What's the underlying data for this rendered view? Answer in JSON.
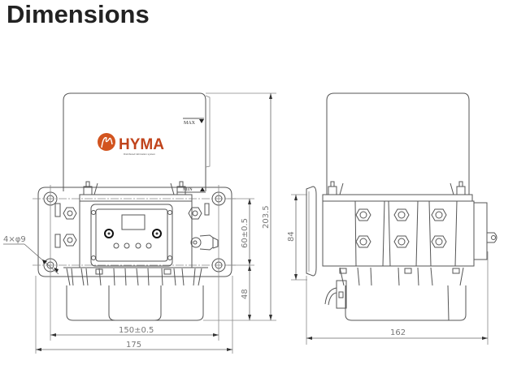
{
  "page": {
    "title": "Dimensions"
  },
  "front_view": {
    "brand": "HYMA",
    "brand_tagline": "Distributed lubrication system",
    "brand_color": "#c0441c",
    "level_max_label": "MAX",
    "level_min_label": "MIN",
    "mount_hole_label": "4×φ9",
    "dim_width_overall": "175",
    "dim_hole_spacing_x": "150±0.5",
    "dim_height_overall": "203.5",
    "dim_hole_spacing_y": "60±0.5",
    "dim_bottom_to_hole": "48"
  },
  "side_view": {
    "dim_depth_overall": "162",
    "dim_height_mount": "84"
  }
}
